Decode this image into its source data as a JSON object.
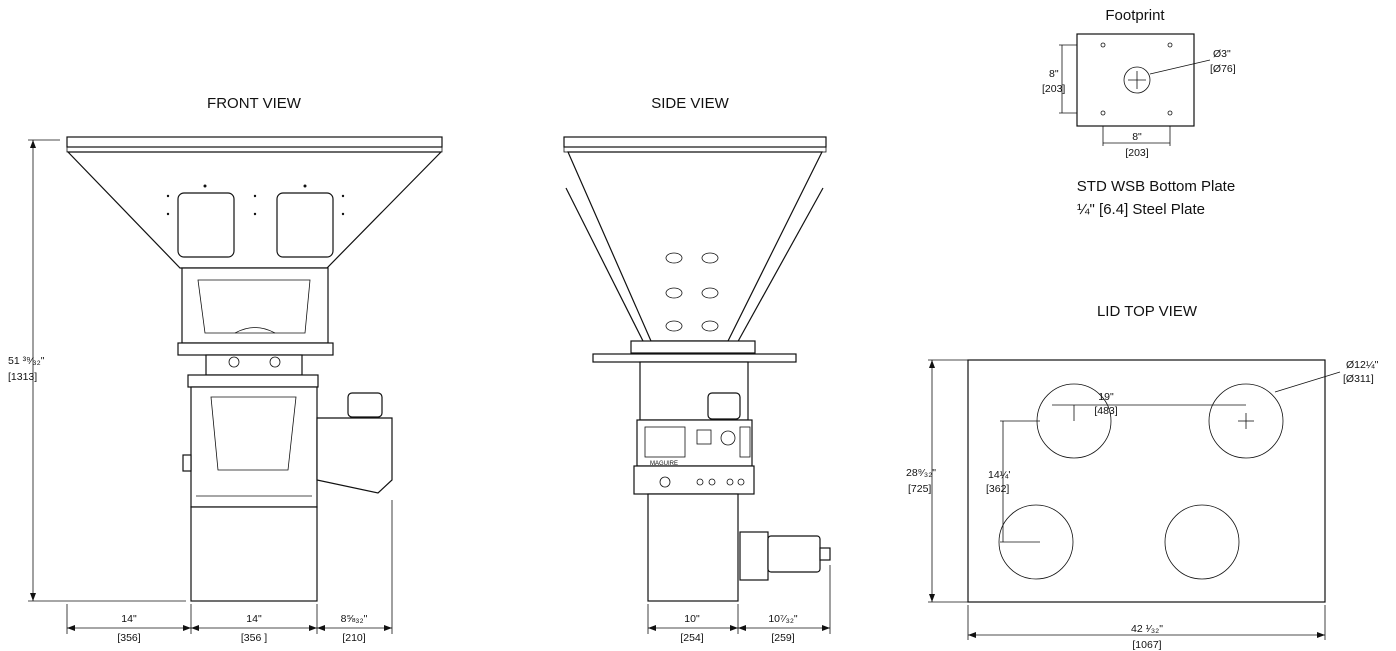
{
  "views": {
    "front": {
      "title": "FRONT VIEW",
      "height_dim": "51 ³⁹⁄₃₂\"",
      "height_dim_mm": "[1313]",
      "width_dim_1": "14\"",
      "width_dim_1_mm": "[356]",
      "width_dim_2": "14\"",
      "width_dim_2_mm": "[356 ]",
      "width_dim_3": "8⅝₃₂\"",
      "width_dim_3_mm": "[210]"
    },
    "side": {
      "title": "SIDE VIEW",
      "brand_label": "MAGUIRE",
      "width_dim_1": "10\"",
      "width_dim_1_mm": "[254]",
      "width_dim_2": "10⁷⁄₃₂\"",
      "width_dim_2_mm": "[259]"
    },
    "footprint": {
      "title": "Footprint",
      "hole_dim": "Ø3\"",
      "hole_dim_mm": "[Ø76]",
      "vert_dim": "8\"",
      "vert_dim_mm": "[203]",
      "horiz_dim": "8\"",
      "horiz_dim_mm": "[203]",
      "note_line1": "STD WSB Bottom Plate",
      "note_line2": "¼\" [6.4] Steel Plate"
    },
    "lid": {
      "title": "LID TOP VIEW",
      "circle_dim": "Ø12¼\"",
      "circle_dim_mm": "[Ø311]",
      "spacing_h": "19\"",
      "spacing_h_mm": "[483]",
      "spacing_v": "14¼'",
      "spacing_v_mm": "[362]",
      "height_dim": "28⁹⁄₃₂\"",
      "height_dim_mm": "[725]",
      "width_dim": "42 ¹⁄₃₂\"",
      "width_dim_mm": "[1067]"
    }
  }
}
